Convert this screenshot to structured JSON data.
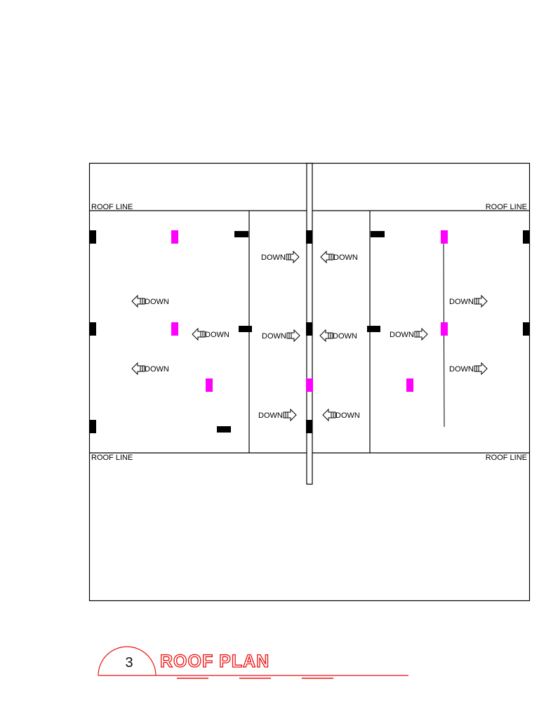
{
  "colors": {
    "line": "#000000",
    "drain_marker": "#ff00ff",
    "scupper_marker": "#000000",
    "title_accent": "#ee1111"
  },
  "labels": {
    "roof_line": "ROOF LINE",
    "down": "DOWN"
  },
  "title_tag": {
    "number": "3",
    "title": "ROOF PLAN"
  },
  "roof_line_labels": [
    "ROOF LINE",
    "ROOF LINE",
    "ROOF LINE",
    "ROOF LINE"
  ],
  "slope_arrows": [
    {
      "text": "DOWN",
      "direction": "right"
    },
    {
      "text": "DOWN",
      "direction": "left"
    },
    {
      "text": "DOWN",
      "direction": "left"
    },
    {
      "text": "DOWN",
      "direction": "right"
    },
    {
      "text": "DOWN",
      "direction": "left"
    },
    {
      "text": "DOWN",
      "direction": "right"
    },
    {
      "text": "DOWN",
      "direction": "left"
    },
    {
      "text": "DOWN",
      "direction": "right"
    },
    {
      "text": "DOWN",
      "direction": "left"
    },
    {
      "text": "DOWN",
      "direction": "right"
    },
    {
      "text": "DOWN",
      "direction": "right"
    },
    {
      "text": "DOWN",
      "direction": "left"
    }
  ]
}
